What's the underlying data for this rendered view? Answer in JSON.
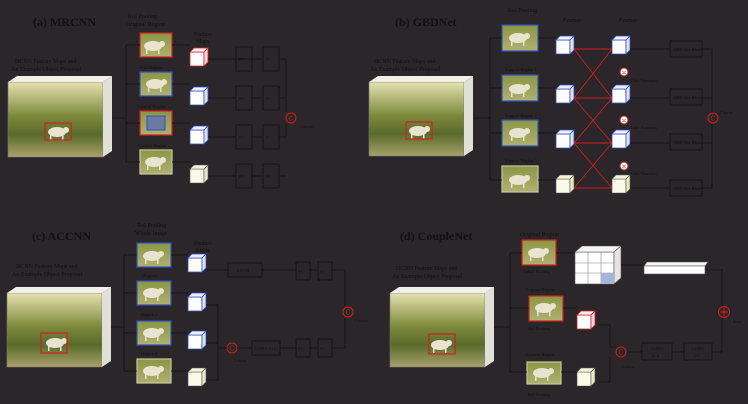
{
  "panels": {
    "a": {
      "title": "(a) MRCNN",
      "input_caption_line1": "DCNN Feature Maps and",
      "input_caption_line2": "An Example Object Proposal",
      "roi_header_line1": "RoI Pooling",
      "roi_header_line2": "Original Region",
      "feature_header": "Feature",
      "feature_header2": "Maps",
      "region_labels": [
        "Half Region",
        "Central Region",
        "Context Region"
      ],
      "fc_label": "FC",
      "concat_label": "Concat"
    },
    "b": {
      "title": "(b) GBDNet",
      "input_caption_line1": "DCNN Feature Maps and",
      "input_caption_line2": "An Example Object Proposal",
      "roi_header": "RoI Pooling",
      "feature_header_1": "Feature",
      "feature_header_2": "Feature",
      "region_labels": [
        "Support Region 1",
        "Support Region 2",
        "Support Region 3"
      ],
      "gate_labels": [
        "Gate Function",
        "Gate Function",
        "Gate Function"
      ],
      "block_label": "GBD-Net Block",
      "concat_label": "Concat"
    },
    "c": {
      "title": "(c) ACCNN",
      "input_caption_line1": "DCNN Feature Maps and",
      "input_caption_line2": "An Example Object Proposal",
      "roi_header_line1": "RoI Pooling",
      "roi_header_line2": "Whole Image",
      "feature_header": "Feature",
      "feature_header2": "Maps",
      "region_labels": [
        "Original",
        "Region 1",
        "Region 2"
      ],
      "lstm_label": "LSTM",
      "fc_label": "FC",
      "conv_label": "CONV 1×1",
      "concat_label": "Concat"
    },
    "d": {
      "title": "(d) CoupleNet",
      "input_caption_line1": "DCNN Feature Maps and",
      "input_caption_line2": "An Example Object Proposal",
      "top_header": "Original Region",
      "psroi_label": "PSRoI Pooling",
      "orig_label": "Original Region",
      "roi_label": "RoI Pooling",
      "context_label": "Context Region",
      "roi_label2": "RoI Pooling",
      "conv_label_1": "CONV",
      "conv_sub_1": "k×k",
      "conv_label_2": "CONV",
      "conv_sub_2": "1×1",
      "concat_label": "Concat",
      "sum_label": "Sum"
    }
  },
  "colors": {
    "background": "#2b2629",
    "red_frame": "#d02020",
    "blue_frame": "#3050c0",
    "pale_frame": "#c8c8a0",
    "cube_face": "#ffffff"
  }
}
